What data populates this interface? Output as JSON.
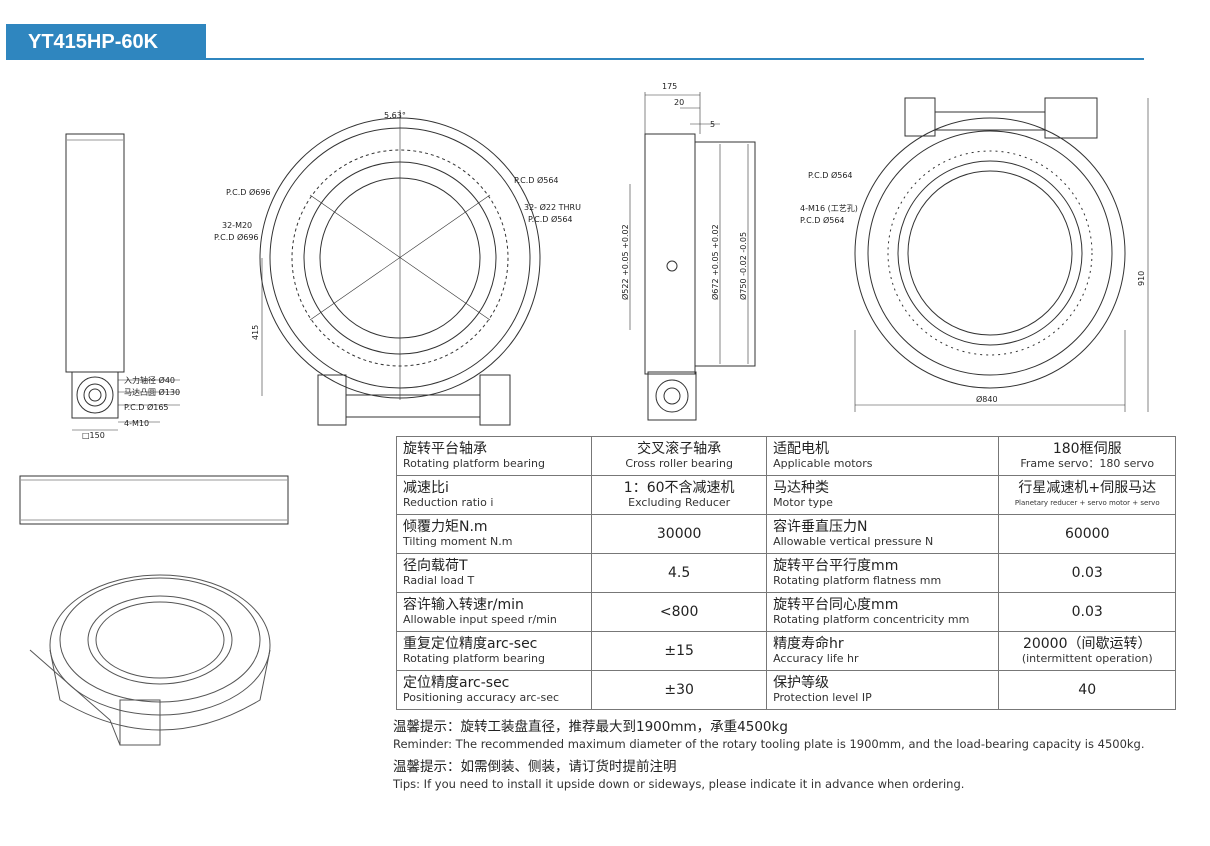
{
  "header": {
    "model": "YT415HP-60K"
  },
  "drawing_labels": {
    "side_small": {
      "input_shaft": "入力轴径 Ø40",
      "motor_boss": "马达凸圆 Ø130",
      "pcd": "P.C.D Ø165",
      "holes": "4-M10",
      "square": "□150"
    },
    "front": {
      "angle": "5.63°",
      "pcd696_a": "P.C.D Ø696",
      "m20": "32-M20",
      "pcd696_b": "P.C.D Ø696",
      "pcd564_a": "P.C.D Ø564",
      "thru": "32- Ø22 THRU",
      "pcd564_b": "P.C.D Ø564",
      "dim415": "415"
    },
    "section": {
      "d175": "175",
      "d20": "20",
      "d5": "5",
      "d522": "Ø522 +0.05 +0.02",
      "d672": "Ø672 +0.05 +0.02",
      "d750": "Ø750 -0.02 -0.05"
    },
    "rear": {
      "pcd564": "P.C.D Ø564",
      "m16": "4-M16 (工艺孔)",
      "pcd564_b": "P.C.D Ø564",
      "d910": "910",
      "d840": "Ø840"
    }
  },
  "specs": [
    {
      "l_zh": "旋转平台轴承",
      "l_en": "Rotating platform bearing",
      "v1_zh": "交叉滚子轴承",
      "v1_en": "Cross roller bearing",
      "r_zh": "适配电机",
      "r_en": "Applicable motors",
      "v2_zh": "180框伺服",
      "v2_en": "Frame servo：180 servo"
    },
    {
      "l_zh": "减速比i",
      "l_en": "Reduction ratio i",
      "v1_zh": "1：60不含减速机",
      "v1_en": "Excluding Reducer",
      "r_zh": "马达种类",
      "r_en": "Motor type",
      "v2_zh": "行星减速机+伺服马达",
      "v2_en": "Planetary reducer + servo motor + servo"
    },
    {
      "l_zh": "倾覆力矩N.m",
      "l_en": "Tilting moment N.m",
      "v1_zh": "30000",
      "v1_en": "",
      "r_zh": "容许垂直压力N",
      "r_en": "Allowable vertical pressure N",
      "v2_zh": "60000",
      "v2_en": ""
    },
    {
      "l_zh": "径向载荷T",
      "l_en": "Radial load T",
      "v1_zh": "4.5",
      "v1_en": "",
      "r_zh": "旋转平台平行度mm",
      "r_en": "Rotating platform flatness mm",
      "v2_zh": "0.03",
      "v2_en": ""
    },
    {
      "l_zh": "容许输入转速r/min",
      "l_en": "Allowable input speed r/min",
      "v1_zh": "<800",
      "v1_en": "",
      "r_zh": "旋转平台同心度mm",
      "r_en": "Rotating platform concentricity mm",
      "v2_zh": "0.03",
      "v2_en": ""
    },
    {
      "l_zh": "重复定位精度arc-sec",
      "l_en": "Rotating platform bearing",
      "v1_zh": "±15",
      "v1_en": "",
      "r_zh": "精度寿命hr",
      "r_en": "Accuracy life hr",
      "v2_zh": "20000（间歇运转）",
      "v2_en": "(intermittent operation)"
    },
    {
      "l_zh": "定位精度arc-sec",
      "l_en": "Positioning accuracy arc-sec",
      "v1_zh": "±30",
      "v1_en": "",
      "r_zh": "保护等级",
      "r_en": "Protection level IP",
      "v2_zh": "40",
      "v2_en": ""
    }
  ],
  "notes": [
    {
      "zh": "温馨提示：旋转工装盘直径，推荐最大到1900mm，承重4500kg",
      "en": "Reminder: The recommended maximum diameter of the rotary tooling plate is 1900mm, and the load-bearing capacity is 4500kg."
    },
    {
      "zh": "温馨提示：如需倒装、侧装，请订货时提前注明",
      "en": "Tips: If you need to install it upside down or sideways, please indicate it in advance when ordering."
    }
  ]
}
